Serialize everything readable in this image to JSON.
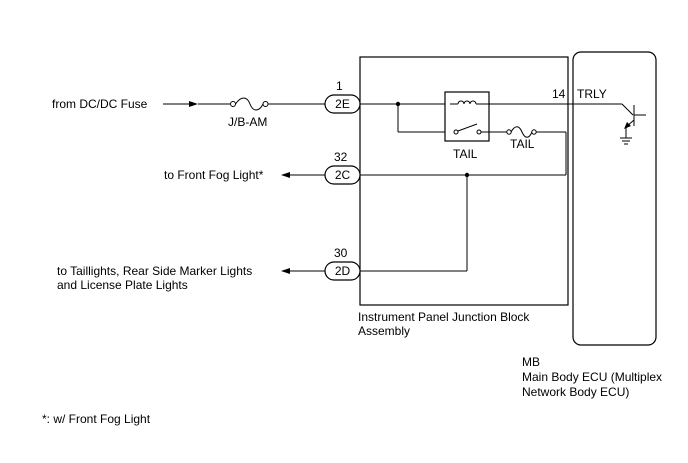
{
  "left_labels": {
    "from_fuse": "from DC/DC Fuse",
    "to_fog": "to Front Fog Light*",
    "to_tail_line1": "to Taillights, Rear Side Marker Lights",
    "to_tail_line2": "and License Plate Lights"
  },
  "fuse_label": "J/B-AM",
  "connectors": [
    {
      "pin": "1",
      "code": "2E"
    },
    {
      "pin": "32",
      "code": "2C"
    },
    {
      "pin": "30",
      "code": "2D"
    }
  ],
  "relay_label": "TAIL",
  "fuse2_label": "TAIL",
  "ecu_terminal": {
    "pin": "14",
    "name": "TRLY"
  },
  "jb_label": {
    "line1": "Instrument Panel Junction Block",
    "line2": "Assembly"
  },
  "ecu_label": {
    "code": "MB",
    "line1": "Main Body ECU (Multiplex",
    "line2": "Network Body ECU)"
  },
  "footnote": "*: w/ Front Fog Light"
}
